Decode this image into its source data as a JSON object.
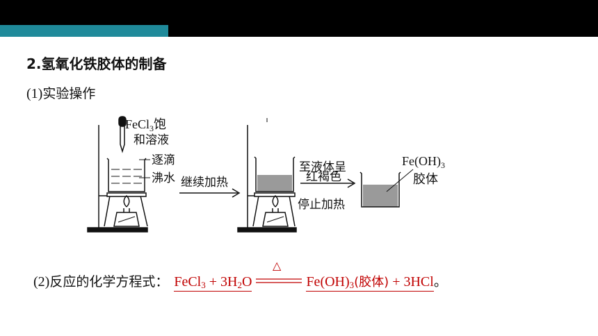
{
  "header": {
    "section_title": "2.氢氧化铁胶体的制备",
    "sub_number": "(1)",
    "sub_title": "实验操作"
  },
  "diagram": {
    "reagent_label_1": "FeCl",
    "reagent_label_1_sub": "3",
    "reagent_label_1_tail": "饱",
    "reagent_label_2": "和溶液",
    "drop_label": "逐滴",
    "water_label": "沸水",
    "step1_label": "继续加热",
    "step2_line1": "至液体呈",
    "step2_line2": "红褐色",
    "step2_line3": "停止加热",
    "product_label_1": "Fe(OH)",
    "product_label_1_sub": "3",
    "product_label_2": "胶体"
  },
  "equation": {
    "number": "(2)",
    "label": "反应的化学方程式：",
    "reactant_1": "FeCl",
    "reactant_1_sub": "3",
    "plus_1": " + 3H",
    "reactant_2_sub": "2",
    "reactant_2_tail": "O",
    "condition_symbol": "△",
    "product_1": "Fe(OH)",
    "product_1_sub": "3",
    "product_1_note": "(胶体)",
    "product_2": " + 3HCl",
    "period": "。"
  },
  "colors": {
    "accent": "#1f8a9a",
    "header_bg": "#000000",
    "answer_red": "#c00000"
  }
}
